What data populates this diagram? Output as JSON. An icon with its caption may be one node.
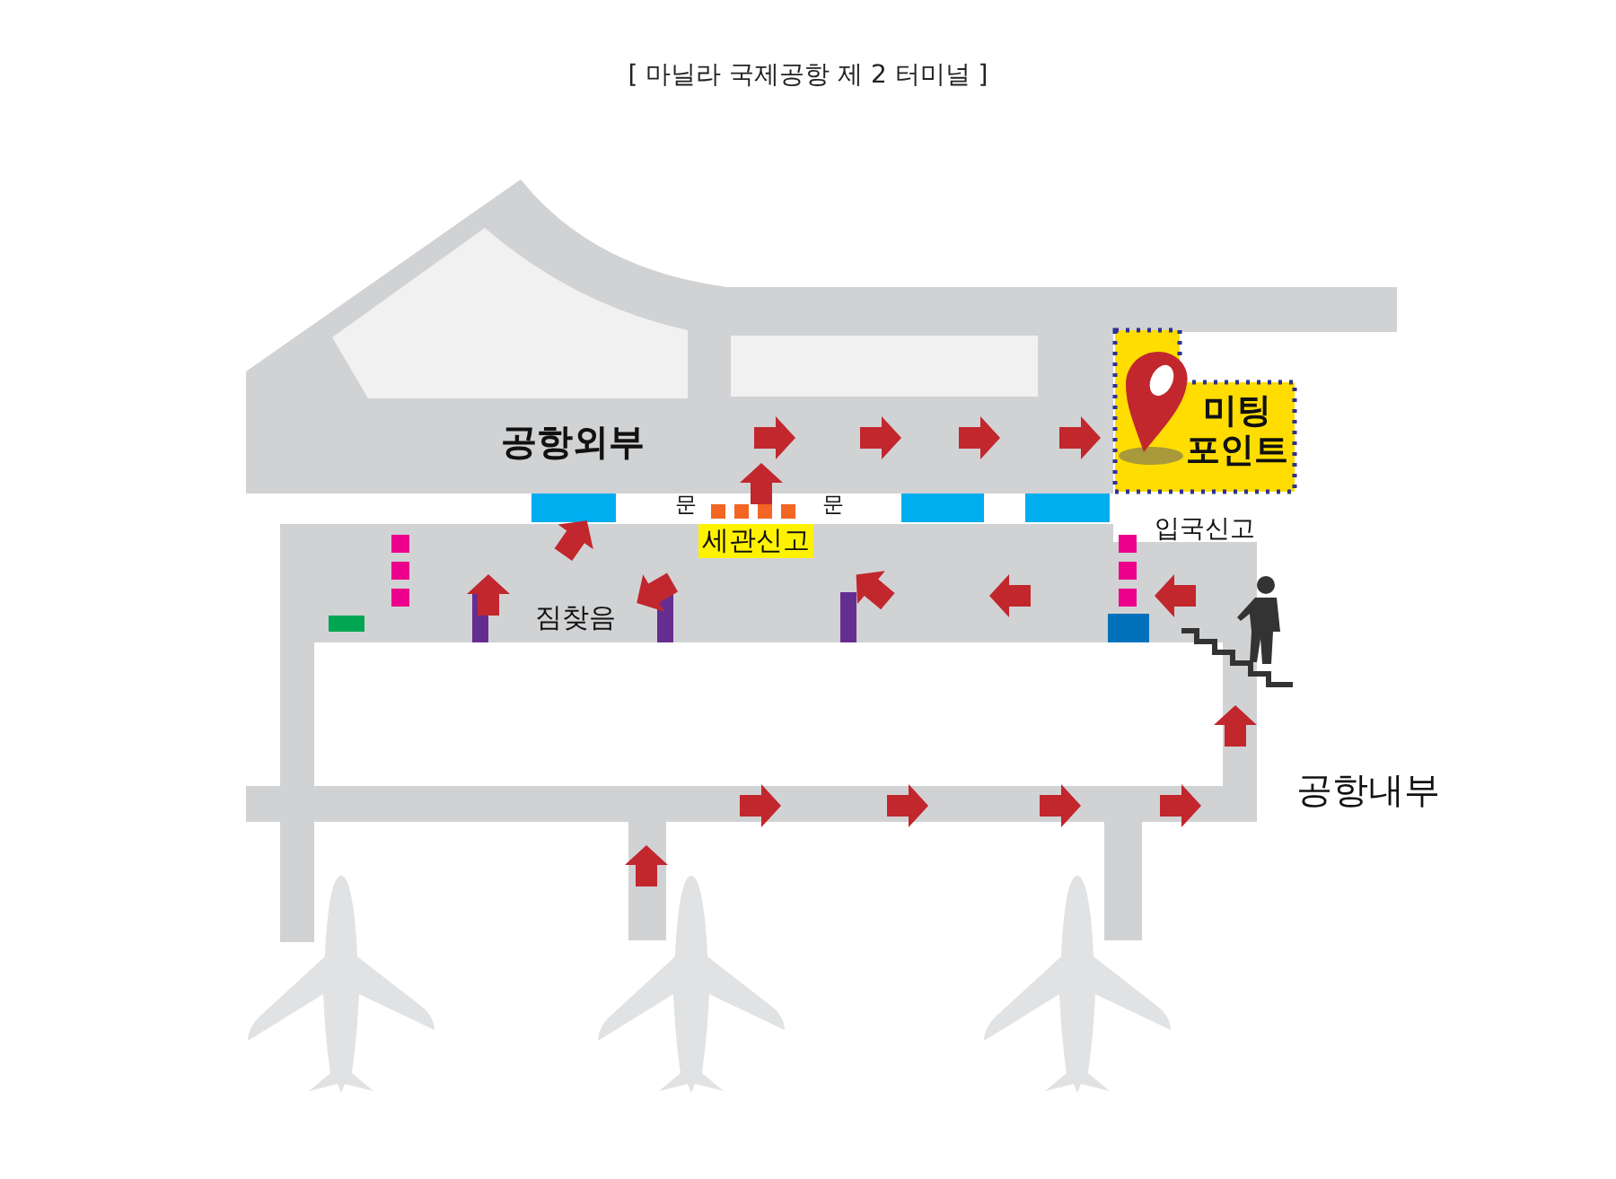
{
  "diagram": {
    "title": "[ 마닐라 국제공항 제 2 터미널 ]",
    "nodes": [
      {
        "text": [
          "미팅 포인트"
        ]
      }
    ],
    "labels": [
      "공항외부",
      "문",
      "문",
      "세관신고",
      "입국신고",
      "짐찾음",
      "공항내부"
    ]
  }
}
